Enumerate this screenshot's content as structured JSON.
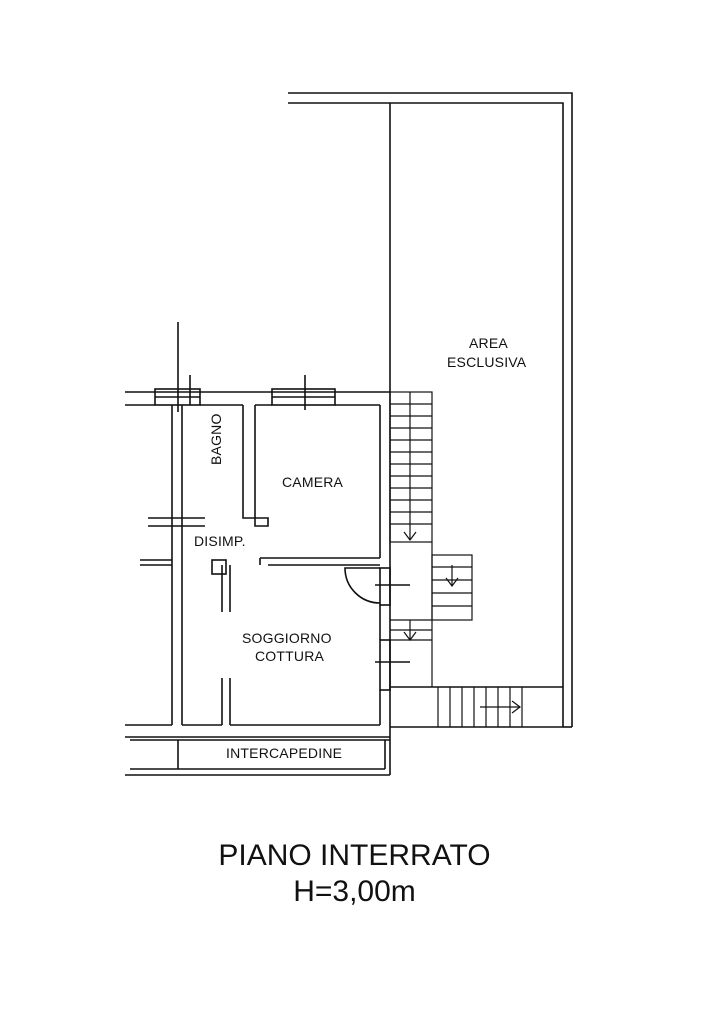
{
  "rooms": {
    "area_esclusiva_line1": "AREA",
    "area_esclusiva_line2": "ESCLUSIVA",
    "bagno": "BAGNO",
    "camera": "CAMERA",
    "disimp": "DISIMP.",
    "soggiorno_line1": "SOGGIORNO",
    "soggiorno_line2": "COTTURA",
    "intercapedine": "INTERCAPEDINE"
  },
  "title": {
    "line1": "PIANO INTERRATO",
    "line2": "H=3,00m"
  },
  "colors": {
    "ink": "#111111",
    "background": "#ffffff"
  }
}
